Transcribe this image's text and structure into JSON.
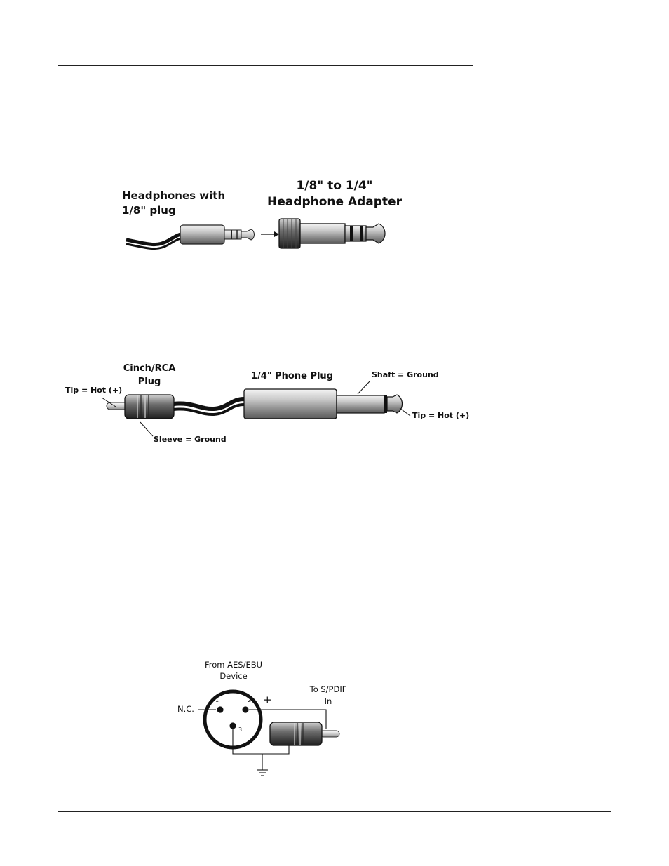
{
  "fig1": {
    "headphones_label_line1": "Headphones with",
    "headphones_label_line2": "1/8\" plug",
    "adapter_label_line1": "1/8\" to 1/4\"",
    "adapter_label_line2": "Headphone Adapter"
  },
  "fig2": {
    "rca_label_line1": "Cinch/RCA",
    "rca_label_line2": "Plug",
    "phone_plug_label": "1/4\" Phone Plug",
    "shaft_label": "Shaft = Ground",
    "tip_left_label": "Tip = Hot (+)",
    "tip_right_label": "Tip = Hot (+)",
    "sleeve_label": "Sleeve = Ground"
  },
  "fig3": {
    "source_label_line1": "From AES/EBU",
    "source_label_line2": "Device",
    "dest_label_line1": "To S/PDIF",
    "dest_label_line2": "In",
    "nc_label": "N.C.",
    "pin1": "1",
    "pin2": "2",
    "pin3": "3",
    "plus_sign": "+",
    "minus_sign": "-"
  }
}
